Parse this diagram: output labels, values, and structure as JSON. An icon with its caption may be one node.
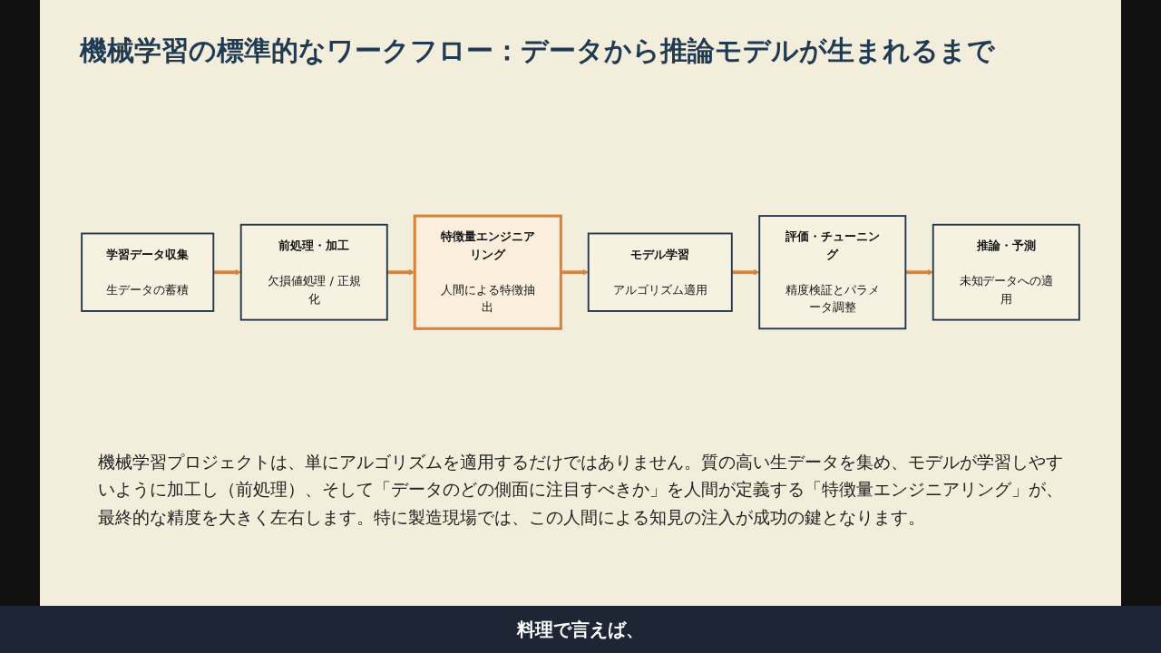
{
  "diagram": {
    "title": "機械学習の標準的なワークフロー：データから推論モデルが生まれるまで",
    "caption": "機械学習プロジェクトは、単にアルゴリズムを適用するだけではありません。質の高い生データを集め、モデルが学習しやすいように加工し（前処理）、そして「データのどの側面に注目すべきか」を人間が定義する「特徴量エンジニアリング」が、最終的な精度を大きく左右します。特に製造現場では、この人間による知見の注入が成功の鍵となります。",
    "nodes": [
      {
        "text": [
          "学習データ収集",
          "生データの蓄積"
        ]
      },
      {
        "text": [
          "前処理・加工",
          "欠損値処理 / 正規化"
        ]
      },
      {
        "text": [
          "特徴量エンジニアリング",
          "人間による特徴抽出"
        ]
      },
      {
        "text": [
          "モデル学習",
          "アルゴリズム適用"
        ]
      },
      {
        "text": [
          "評価・チューニング",
          "精度検証とパラメータ調整"
        ]
      },
      {
        "text": [
          "推論・予測",
          "未知データへの適用"
        ]
      }
    ],
    "edges": [
      {
        "from": 0,
        "to": 1,
        "arrow": "to"
      },
      {
        "from": 1,
        "to": 2,
        "arrow": "to"
      },
      {
        "from": 2,
        "to": 3,
        "arrow": "to"
      },
      {
        "from": 3,
        "to": 4,
        "arrow": "to"
      },
      {
        "from": 4,
        "to": 5,
        "arrow": "to"
      }
    ],
    "labels": [
      "料理で言えば、"
    ]
  }
}
